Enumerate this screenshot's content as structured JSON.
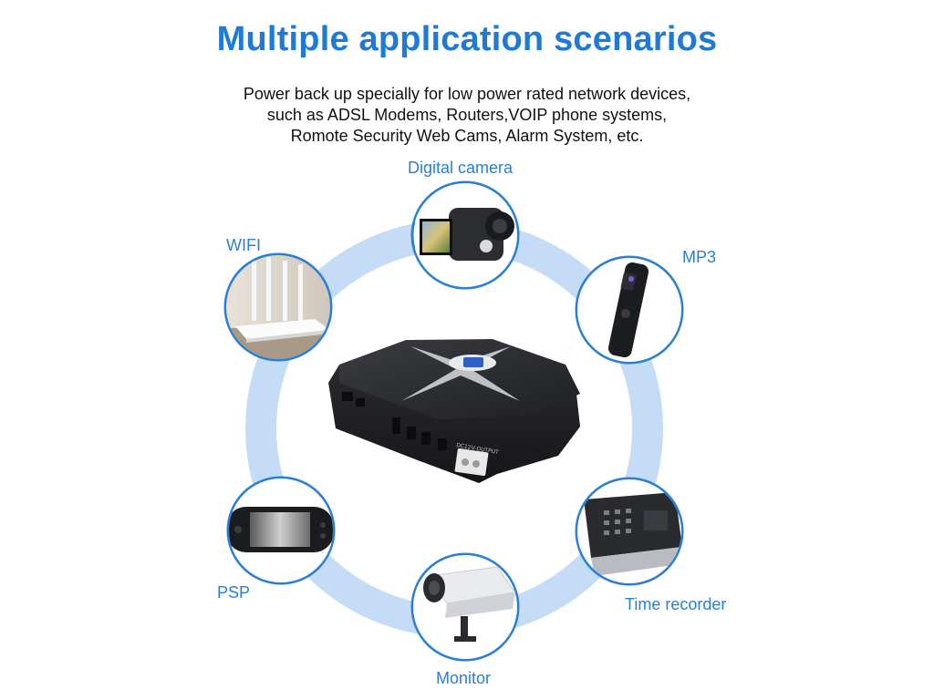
{
  "heading": "Multiple application scenarios",
  "description": [
    "Power back up specially for low power rated network devices,",
    "such as ADSL Modems, Routers,VOIP phone systems,",
    "Romote Security Web Cams, Alarm System, etc."
  ],
  "scenarios": {
    "digital_camera": "Digital camera",
    "wifi": "WIFI",
    "mp3": "MP3",
    "psp": "PSP",
    "time_recorder": "Time recorder",
    "monitor": "Monitor"
  },
  "product": {
    "port_label": "DC12V-OUTPUT"
  },
  "colors": {
    "accent": "#1e7ad6",
    "ring": "#c5dcf6",
    "circle_border": "#2a7fd4",
    "device_body": "#2b2d31"
  },
  "icons": {
    "digital_camera": "camcorder-icon",
    "wifi": "router-icon",
    "mp3": "mp3-player-icon",
    "psp": "handheld-console-icon",
    "time_recorder": "time-clock-icon",
    "monitor": "security-camera-icon"
  }
}
